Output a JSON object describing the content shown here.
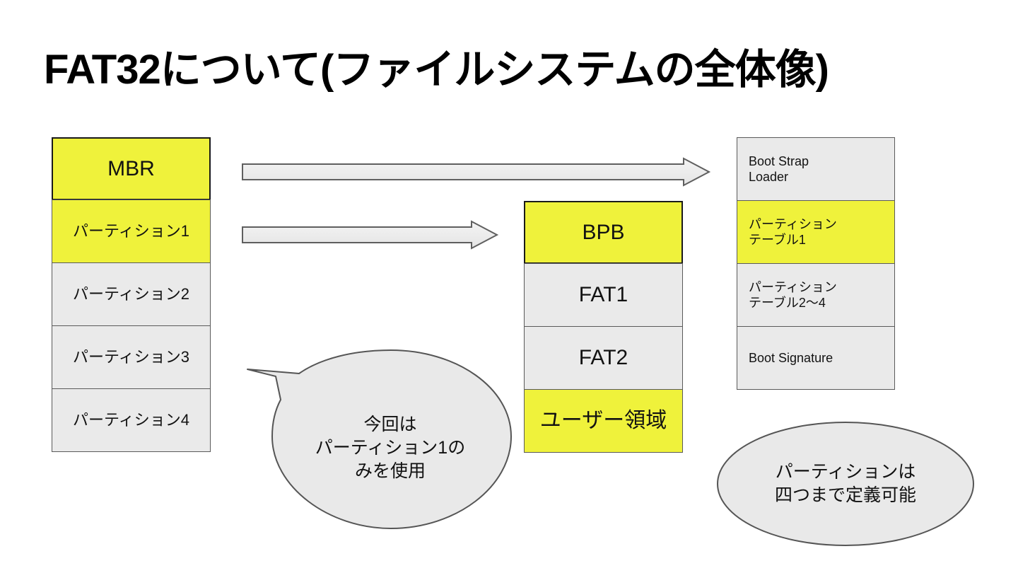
{
  "slide": {
    "title": "FAT32について(ファイルシステムの全体像)"
  },
  "colors": {
    "highlight_yellow": "#eff23b",
    "neutral_gray": "#eaeaea",
    "border_gray": "#5a5a5a",
    "border_black": "#1a1a1a",
    "text": "#121212"
  },
  "disk_layout": {
    "name": "disk-partition-stack",
    "rows": [
      {
        "label": "MBR",
        "fill": "yellow",
        "emphasis": "big",
        "align": "center"
      },
      {
        "label": "パーティション1",
        "fill": "yellow",
        "emphasis": "mid",
        "align": "center"
      },
      {
        "label": "パーティション2",
        "fill": "gray",
        "emphasis": "mid",
        "align": "center"
      },
      {
        "label": "パーティション3",
        "fill": "gray",
        "emphasis": "mid",
        "align": "center"
      },
      {
        "label": "パーティション4",
        "fill": "gray",
        "emphasis": "mid",
        "align": "center"
      }
    ]
  },
  "partition_layout": {
    "name": "partition-internal-stack",
    "rows": [
      {
        "label": "BPB",
        "fill": "yellow",
        "emphasis": "big",
        "align": "center"
      },
      {
        "label": "FAT1",
        "fill": "gray",
        "emphasis": "big",
        "align": "center"
      },
      {
        "label": "FAT2",
        "fill": "gray",
        "emphasis": "big",
        "align": "center"
      },
      {
        "label": "ユーザー領域",
        "fill": "yellow",
        "emphasis": "big",
        "align": "center"
      }
    ]
  },
  "mbr_layout": {
    "name": "mbr-internal-stack",
    "rows": [
      {
        "label": "Boot Strap\nLoader",
        "fill": "gray",
        "emphasis": "small",
        "align": "left"
      },
      {
        "label": "パーティション\nテーブル1",
        "fill": "yellow",
        "emphasis": "small",
        "align": "left"
      },
      {
        "label": "パーティション\nテーブル2〜4",
        "fill": "gray",
        "emphasis": "small",
        "align": "left"
      },
      {
        "label": "Boot Signature",
        "fill": "gray",
        "emphasis": "small",
        "align": "left"
      }
    ]
  },
  "arrows": [
    {
      "name": "arrow-mbr-to-mbr-detail",
      "from": "MBR",
      "to": "Boot Strap Loader"
    },
    {
      "name": "arrow-partition1-to-bpb",
      "from": "パーティション1",
      "to": "BPB"
    }
  ],
  "callouts": {
    "speech_bubble": {
      "name": "callout-partition1-note",
      "lines": [
        "今回は",
        "パーティション1の",
        "みを使用"
      ]
    },
    "ellipse": {
      "name": "callout-partition-limit-note",
      "lines": [
        "パーティションは",
        "四つまで定義可能"
      ]
    }
  }
}
